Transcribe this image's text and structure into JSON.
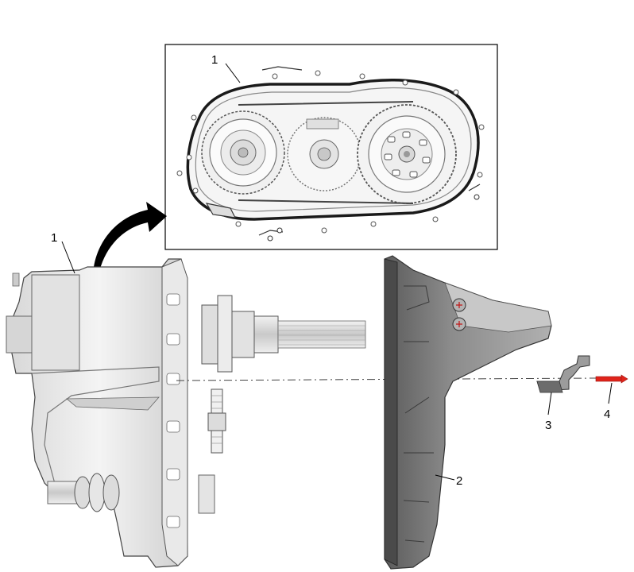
{
  "callouts": {
    "inset_housing": "1",
    "front_housing": "1",
    "rear_housing": "2",
    "bracket": "3",
    "pin": "4"
  },
  "colors": {
    "line": "#000000",
    "shade_dark": "#7a7a7a",
    "shade_mid": "#bdbdbd",
    "shade_light": "#e6e6e6",
    "pin": "#e0241b"
  }
}
